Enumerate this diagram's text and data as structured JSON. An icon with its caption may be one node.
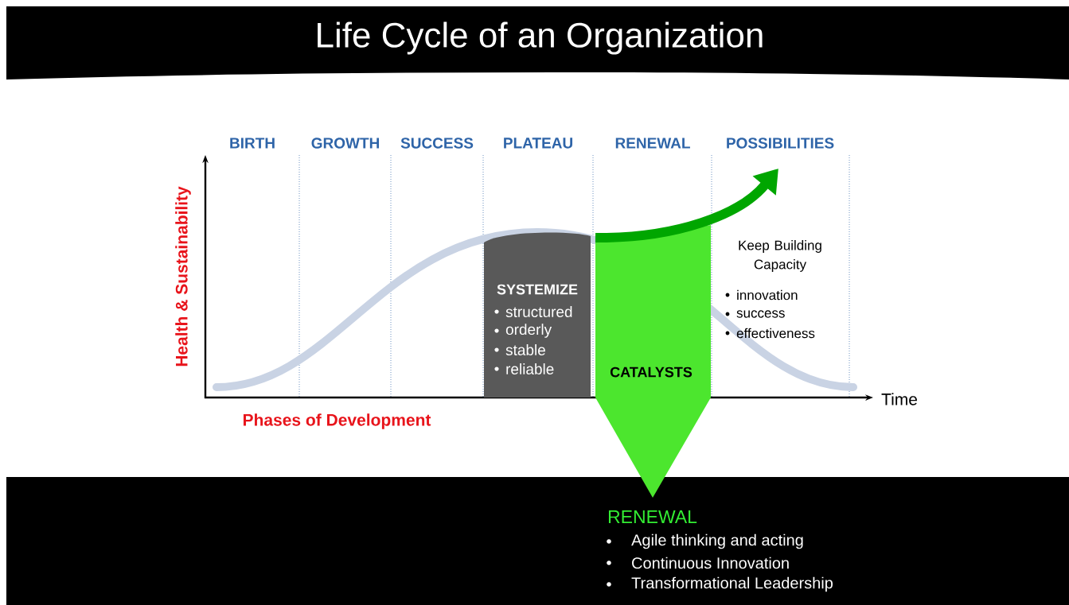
{
  "diagram": {
    "title": "Life Cycle of an Organization",
    "nodes": [
      {
        "text": [
          "SYSTEMIZE",
          "structured",
          "orderly",
          "stable",
          "reliable"
        ]
      },
      {
        "text": [
          "CATALYSTS"
        ]
      }
    ],
    "labels": [
      "BIRTH",
      "GROWTH",
      "SUCCESS",
      "PLATEAU",
      "RENEWAL",
      "POSSIBILITIES",
      "Health & Sustainability",
      "Time",
      "Phases of Development",
      "Keep Building Capacity",
      "innovation",
      "success",
      "effectiveness",
      "RENEWAL",
      "Agile thinking and acting",
      "Continuous Innovation",
      "Transformational Leadership"
    ]
  }
}
